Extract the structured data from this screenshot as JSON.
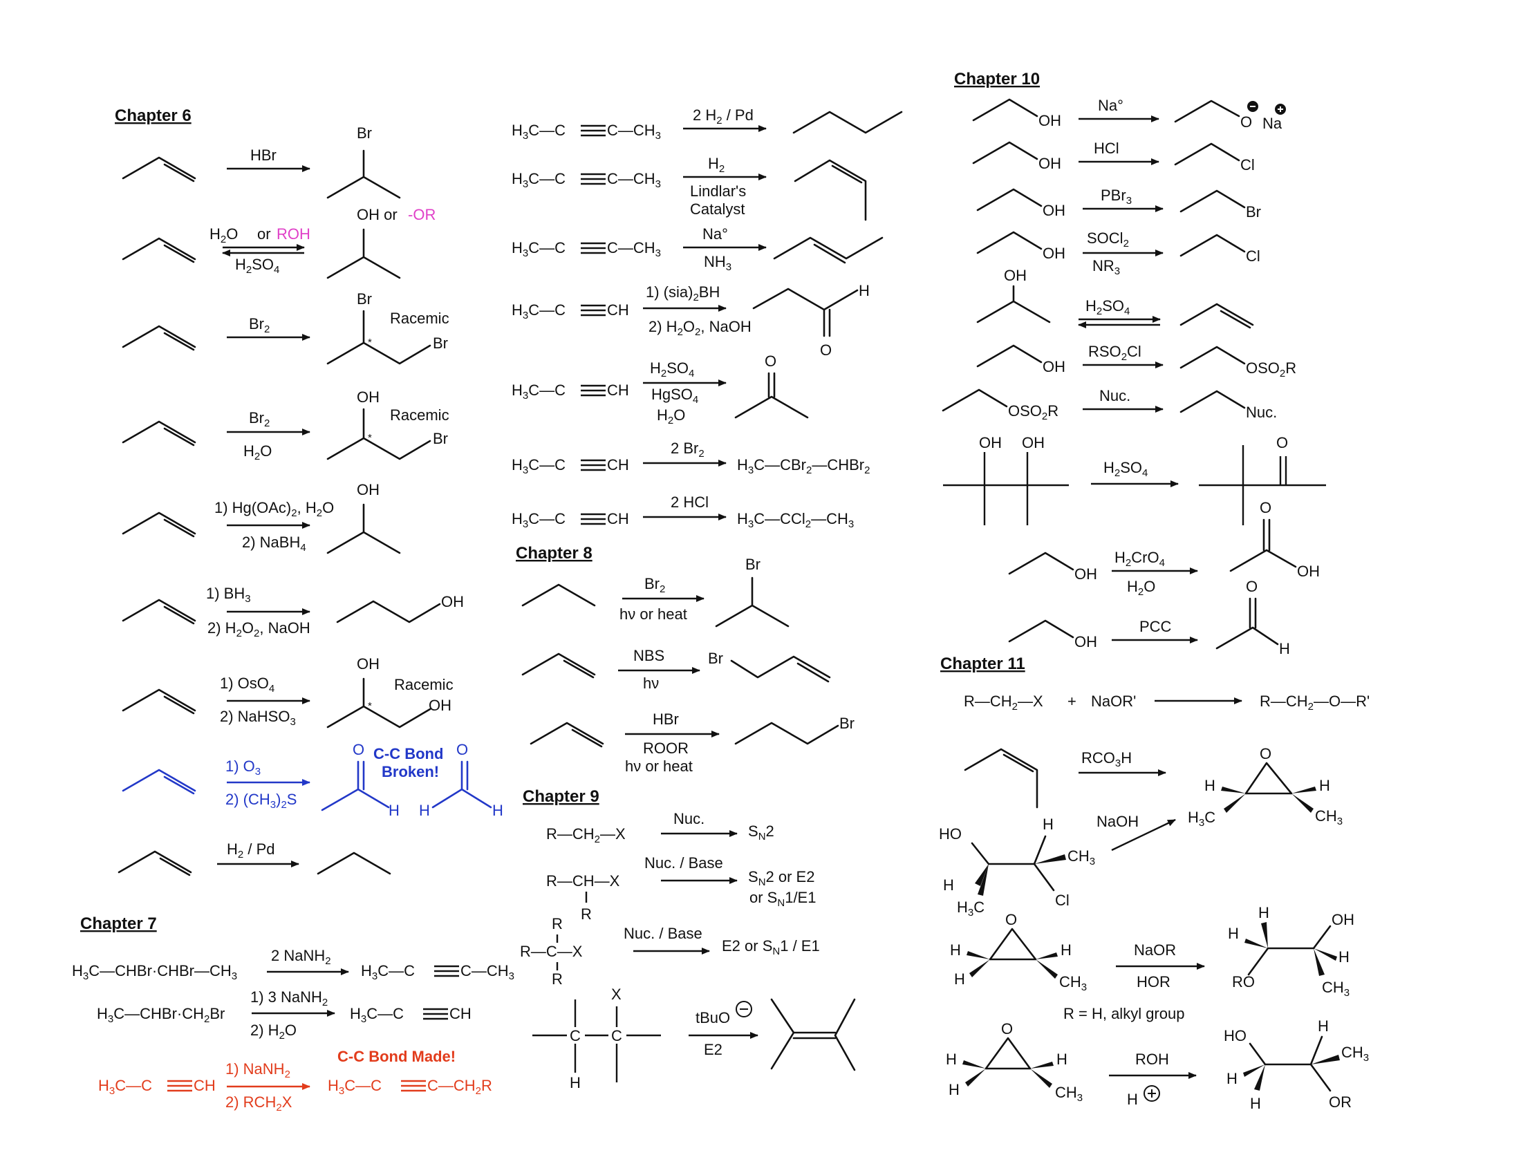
{
  "colors": {
    "ink": "#111111",
    "blue": "#2238c8",
    "red": "#e23c1c",
    "pink": "#e040c8"
  },
  "headings": {
    "ch6": "Chapter 6",
    "ch7": "Chapter 7",
    "ch8": "Chapter 8",
    "ch9": "Chapter 9",
    "ch10": "Chapter 10",
    "ch11": "Chapter 11"
  },
  "ch6": {
    "r1": {
      "reagent": "HBr",
      "product": "Br"
    },
    "r2": {
      "reagent_a": "H",
      "reagent_a_sub": "2",
      "reagent_a_end": "O",
      "reagent_or": "or",
      "reagent_roh": "ROH",
      "reagent_b": "H",
      "reagent_b_sub1": "2",
      "reagent_b_mid": "SO",
      "reagent_b_sub2": "4",
      "product_oh": "OH or",
      "product_or": "-OR"
    },
    "r3": {
      "reagent": "Br",
      "reagent_sub": "2",
      "br_top": "Br",
      "br_right": "Br",
      "note": "Racemic",
      "star": "*"
    },
    "r4": {
      "reagent_top": "Br",
      "reagent_top_sub": "2",
      "reagent_bottom": "H",
      "reagent_bottom_sub": "2",
      "reagent_bottom_end": "O",
      "oh": "OH",
      "br": "Br",
      "note": "Racemic",
      "star": "*"
    },
    "r5": {
      "step1": "1) Hg(OAc)",
      "step1_sub": "2",
      "step1_end": ", H",
      "step1_sub2": "2",
      "step1_end2": "O",
      "step2": "2) NaBH",
      "step2_sub": "4",
      "oh": "OH"
    },
    "r6": {
      "step1": "1) BH",
      "step1_sub": "3",
      "step2": "2) H",
      "step2_sub": "2",
      "step2_mid": "O",
      "step2_sub2": "2",
      "step2_end": ", NaOH",
      "oh": "OH"
    },
    "r7": {
      "step1": "1) OsO",
      "step1_sub": "4",
      "step2": "2) NaHSO",
      "step2_sub": "3",
      "oh_top": "OH",
      "oh_right": "OH",
      "note": "Racemic",
      "star": "*"
    },
    "r8": {
      "step1": "1) O",
      "step1_sub": "3",
      "step2": "2) (CH",
      "step2_sub": "3",
      "step2_end": ")",
      "step2_sub2": "2",
      "step2_end2": "S",
      "o1": "O",
      "o2": "O",
      "h1": "H",
      "h2": "H",
      "h3": "H",
      "note_a": "C-C Bond",
      "note_b": "Broken!"
    },
    "r9": {
      "reagent": "H",
      "reagent_sub": "2",
      "reagent_end": " / Pd"
    }
  },
  "ch7": {
    "r1": {
      "left": "H",
      "left_sub": "3",
      "left_end": "C—CHBr·CHBr—CH",
      "left_sub2": "3",
      "reagent": "2 NaNH",
      "reagent_sub": "2",
      "prod_a": "H",
      "prod_sub": "3",
      "prod_b": "C—C",
      "prod_c": "C—CH",
      "prod_sub2": "3"
    },
    "r2": {
      "left": "H",
      "left_sub": "3",
      "left_end": "C—CHBr·CH",
      "left_sub2": "2",
      "left_end2": "Br",
      "step1": "1) 3 NaNH",
      "step1_sub": "2",
      "step2": "2) H",
      "step2_sub": "2",
      "step2_end": "O",
      "prod_a": "H",
      "prod_sub": "3",
      "prod_b": "C—C",
      "prod_c": "CH"
    },
    "r3": {
      "left_a": "H",
      "left_sub": "3",
      "left_b": "C—C",
      "left_c": "CH",
      "step1": "1) NaNH",
      "step1_sub": "2",
      "step2": "2) RCH",
      "step2_sub": "2",
      "step2_end": "X",
      "note": "C-C Bond Made!",
      "prod_a": "H",
      "prod_sub": "3",
      "prod_b": "C—C",
      "prod_c": "C—CH",
      "prod_sub2": "2",
      "prod_end": "R"
    }
  },
  "ch7b": {
    "a1": {
      "start": "H",
      "start_sub": "3",
      "mid": "C—C",
      "end": "C—CH",
      "end_sub": "3",
      "reagent": "2 H",
      "reagent_sub": "2",
      "reagent_end": " / Pd"
    },
    "a2": {
      "start": "H",
      "start_sub": "3",
      "mid": "C—C",
      "end": "C—CH",
      "end_sub": "3",
      "reagent": "H",
      "reagent_sub": "2",
      "cat1": "Lindlar's",
      "cat2": "Catalyst"
    },
    "a3": {
      "start": "H",
      "start_sub": "3",
      "mid": "C—C",
      "end": "C—CH",
      "end_sub": "3",
      "reagent": "Na°",
      "reagent2": "NH",
      "reagent2_sub": "3"
    },
    "a4": {
      "start": "H",
      "start_sub": "3",
      "mid": "C—C",
      "end": "CH",
      "step1": "1) (sia)",
      "step1_sub": "2",
      "step1_end": "BH",
      "step2": "2) H",
      "step2_sub": "2",
      "step2_mid": "O",
      "step2_sub2": "2",
      "step2_end": ", NaOH",
      "h": "H",
      "o": "O"
    },
    "a5": {
      "start": "H",
      "start_sub": "3",
      "mid": "C—C",
      "end": "CH",
      "r1": "H",
      "r1_sub": "2",
      "r1_mid": "SO",
      "r1_sub2": "4",
      "r2": "HgSO",
      "r2_sub": "4",
      "r3": "H",
      "r3_sub": "2",
      "r3_end": "O",
      "o": "O"
    },
    "a6": {
      "start": "H",
      "start_sub": "3",
      "mid": "C—C",
      "end": "CH",
      "reagent": "2 Br",
      "reagent_sub": "2",
      "prod": "H",
      "prod_sub": "3",
      "prod_mid": "C—CBr",
      "prod_sub2": "2",
      "prod_end": "—CHBr",
      "prod_sub3": "2"
    },
    "a7": {
      "start": "H",
      "start_sub": "3",
      "mid": "C—C",
      "end": "CH",
      "reagent": "2 HCl",
      "prod": "H",
      "prod_sub": "3",
      "prod_mid": "C—CCl",
      "prod_sub2": "2",
      "prod_end": "—CH",
      "prod_sub3": "3"
    }
  },
  "ch8": {
    "r1": {
      "reagent": "Br",
      "reagent_sub": "2",
      "cond": "hν or heat",
      "br": "Br"
    },
    "r2": {
      "reagent": "NBS",
      "cond": "hν",
      "br": "Br"
    },
    "r3": {
      "reagent": "HBr",
      "cond1": "ROOR",
      "cond2": "hν or heat",
      "br": "Br"
    }
  },
  "ch9": {
    "r1": {
      "left": "R—CH",
      "left_sub": "2",
      "left_end": "—X",
      "reagent": "Nuc.",
      "prod": "S",
      "prod_sub": "N",
      "prod_end": "2"
    },
    "r2": {
      "left": "R—CH—X",
      "r": "R",
      "reagent": "Nuc. / Base",
      "p1": "S",
      "p1_sub": "N",
      "p1_end": "2 or E2",
      "p2": "or S",
      "p2_sub": "N",
      "p2_end": "1/E1"
    },
    "r3": {
      "c": "R—C—X",
      "rt": "R",
      "rb": "R",
      "reagent": "Nuc. / Base",
      "prod": "E2 or S",
      "prod_sub": "N",
      "prod_end": "1 / E1"
    },
    "r4": {
      "x": "X",
      "c1": "C",
      "c2": "C",
      "h": "H",
      "reagent": "tBuO",
      "cond": "E2"
    }
  },
  "ch10": {
    "r1": {
      "oh": "OH",
      "reagent": "Na°",
      "o": "O",
      "na": "Na"
    },
    "r2": {
      "oh": "OH",
      "reagent": "HCl",
      "cl": "Cl"
    },
    "r3": {
      "oh": "OH",
      "reagent": "PBr",
      "reagent_sub": "3",
      "br": "Br"
    },
    "r4": {
      "oh": "OH",
      "reagent": "SOCl",
      "reagent_sub": "2",
      "reagent2": "NR",
      "reagent2_sub": "3",
      "cl": "Cl"
    },
    "r5": {
      "oh": "OH",
      "reagent": "H",
      "reagent_sub": "2",
      "reagent_mid": "SO",
      "reagent_sub2": "4"
    },
    "r6": {
      "oh": "OH",
      "reagent": "RSO",
      "reagent_sub": "2",
      "reagent_end": "Cl",
      "prod": "OSO",
      "prod_sub": "2",
      "prod_end": "R"
    },
    "r7": {
      "left": "OSO",
      "left_sub": "2",
      "left_end": "R",
      "reagent": "Nuc.",
      "prod": "Nuc."
    },
    "r8": {
      "oh1": "OH",
      "oh2": "OH",
      "reagent": "H",
      "reagent_sub": "2",
      "reagent_mid": "SO",
      "reagent_sub2": "4",
      "o": "O"
    },
    "r9": {
      "oh": "OH",
      "reagent": "H",
      "reagent_sub": "2",
      "reagent_mid": "CrO",
      "reagent_sub2": "4",
      "reagent2": "H",
      "reagent2_sub": "2",
      "reagent2_end": "O",
      "o": "O",
      "prod_oh": "OH"
    },
    "r10": {
      "oh": "OH",
      "reagent": "PCC",
      "o": "O",
      "h": "H"
    }
  },
  "ch11": {
    "r1": {
      "left": "R—CH",
      "left_sub": "2",
      "left_end": "—X",
      "plus": "+",
      "reagent": "NaOR'",
      "prod": "R—CH",
      "prod_sub": "2",
      "prod_end": "—O—R'"
    },
    "r2": {
      "reagent": "RCO",
      "reagent_sub": "3",
      "reagent_end": "H",
      "o": "O",
      "h_left": "H",
      "h_right": "H",
      "ch3_left": "H",
      "ch3_left_sub": "3",
      "ch3_left_end": "C",
      "ch3_right": "CH",
      "ch3_right_sub": "3"
    },
    "r3": {
      "ho": "HO",
      "h": "H",
      "ch3": "CH",
      "ch3_sub": "3",
      "h2": "H",
      "h3c": "H",
      "h3c_sub": "3",
      "h3c_end": "C",
      "cl": "Cl",
      "reagent": "NaOH"
    },
    "r4": {
      "o": "O",
      "h_l": "H",
      "h_r": "H",
      "h_b": "H",
      "ch3": "CH",
      "ch3_sub": "3",
      "reagent": "NaOR",
      "reagent2": "HOR",
      "p_h": "H",
      "p_h2": "H",
      "p_oh": "OH",
      "p_h3": "H",
      "p_ro": "RO",
      "p_ch3": "CH",
      "p_ch3_sub": "3",
      "note": "R = H, alkyl group"
    },
    "r5": {
      "o": "O",
      "h_l": "H",
      "h_r": "H",
      "h_b": "H",
      "ch3": "CH",
      "ch3_sub": "3",
      "reagent": "ROH",
      "reagent2": "H",
      "p_ho": "HO",
      "p_h": "H",
      "p_ch3": "CH",
      "p_ch3_sub": "3",
      "p_h2": "H",
      "p_h3": "H",
      "p_or": "OR"
    }
  }
}
